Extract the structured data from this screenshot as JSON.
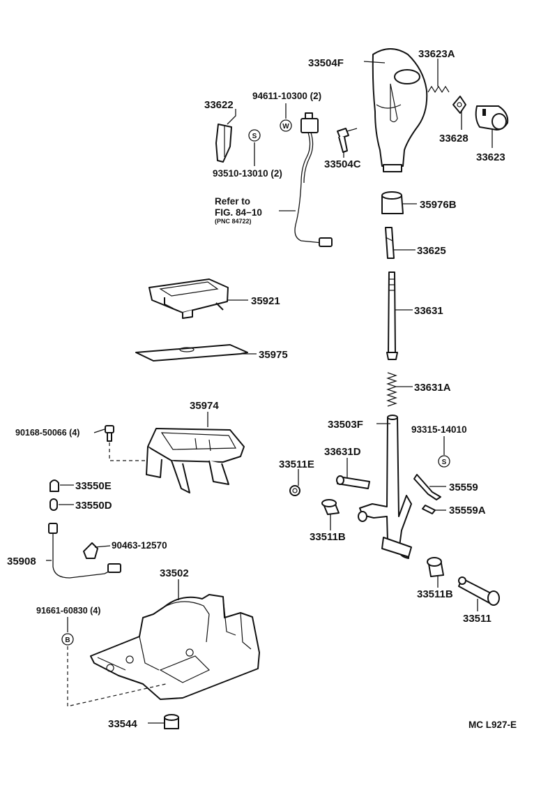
{
  "diagram_id": "MC L927-E",
  "parts": [
    {
      "key": "p_33504F",
      "label": "33504F"
    },
    {
      "key": "p_33623A",
      "label": "33623A"
    },
    {
      "key": "p_33622",
      "label": "33622"
    },
    {
      "key": "p_94611",
      "label": "94611-10300 (2)"
    },
    {
      "key": "p_33628",
      "label": "33628"
    },
    {
      "key": "p_33623",
      "label": "33623"
    },
    {
      "key": "p_33504C",
      "label": "33504C"
    },
    {
      "key": "p_93510",
      "label": "93510-13010 (2)"
    },
    {
      "key": "p_35976B",
      "label": "35976B"
    },
    {
      "key": "p_33625",
      "label": "33625"
    },
    {
      "key": "p_35921",
      "label": "35921"
    },
    {
      "key": "p_33631",
      "label": "33631"
    },
    {
      "key": "p_35975",
      "label": "35975"
    },
    {
      "key": "p_33631A",
      "label": "33631A"
    },
    {
      "key": "p_35974",
      "label": "35974"
    },
    {
      "key": "p_33503F",
      "label": "33503F"
    },
    {
      "key": "p_93315",
      "label": "93315-14010"
    },
    {
      "key": "p_90168",
      "label": "90168-50066 (4)"
    },
    {
      "key": "p_33631D",
      "label": "33631D"
    },
    {
      "key": "p_33511E",
      "label": "33511E"
    },
    {
      "key": "p_33550E",
      "label": "33550E"
    },
    {
      "key": "p_35559",
      "label": "35559"
    },
    {
      "key": "p_33550D",
      "label": "33550D"
    },
    {
      "key": "p_35559A",
      "label": "35559A"
    },
    {
      "key": "p_33511B_a",
      "label": "33511B"
    },
    {
      "key": "p_90463",
      "label": "90463-12570"
    },
    {
      "key": "p_35908",
      "label": "35908"
    },
    {
      "key": "p_33502",
      "label": "33502"
    },
    {
      "key": "p_33511B_b",
      "label": "33511B"
    },
    {
      "key": "p_91661",
      "label": "91661-60830 (4)"
    },
    {
      "key": "p_33511",
      "label": "33511"
    },
    {
      "key": "p_33544",
      "label": "33544"
    }
  ],
  "reference": {
    "line1": "Refer to",
    "line2": "FIG. 84−10",
    "line3": "(PNC 84722)"
  },
  "symbols": {
    "washer": "W",
    "spring_nut": "S",
    "bolt": "B"
  },
  "colors": {
    "ink": "#111111",
    "background": "#ffffff"
  }
}
